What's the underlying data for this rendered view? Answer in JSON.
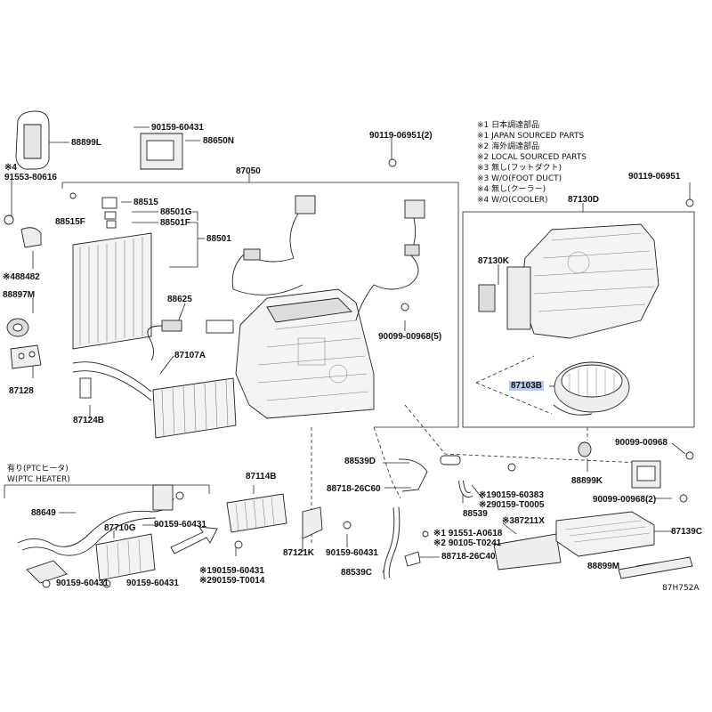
{
  "diagram_code": "87H752A",
  "highlight_color": "#b9cbe6",
  "legend": [
    "※1 日本調達部品",
    "※1 JAPAN SOURCED PARTS",
    "※2 海外調達部品",
    "※2 LOCAL SOURCED PARTS",
    "※3 無し(フットダクト)",
    "※3 W/O(FOOT DUCT)",
    "※4 無し(クーラー)",
    "※4 W/O(COOLER)"
  ],
  "ptc_heading": [
    "有り(PTCヒータ)",
    "W(PTC HEATER)"
  ],
  "parts": {
    "p88899L": "88899L",
    "p90159_60431_a": "90159-60431",
    "p88650N": "88650N",
    "p91553_80616": "91553-80616",
    "p91553_prefix": "※4",
    "p87050": "87050",
    "p90119_06951_2": "90119-06951(2)",
    "p88515": "88515",
    "p88515F": "88515F",
    "p88501G": "88501G",
    "p88501F": "88501F",
    "p88501": "88501",
    "p88482": "※488482",
    "p88897M": "88897M",
    "p88625": "88625",
    "p87128": "87128",
    "p87107A": "87107A",
    "p87124B": "87124B",
    "p90099_00968_5": "90099-00968(5)",
    "p87130D": "87130D",
    "p90119_06951": "90119-06951",
    "p87130K": "87130K",
    "p87103B": "87103B",
    "p90099_00968_a": "90099-00968",
    "p88899K": "88899K",
    "p90099_00968_2": "90099-00968(2)",
    "p88539D": "88539D",
    "p90159_60383": "※190159-60383",
    "p90159_T0005": "※290159-T0005",
    "p88718_26C60": "88718-26C60",
    "p88539": "88539",
    "p88649": "88649",
    "p87114B": "87114B",
    "p90159_60431_b": "90159-60431",
    "p87710G": "87710G",
    "p87121K": "87121K",
    "p90159_60431_c": "90159-60431",
    "p90159_60431_d": "※190159-60431",
    "p90159_T0014": "※290159-T0014",
    "p88539C": "88539C",
    "p91551_A0618": "※1 91551-A0618",
    "p90105_T0241": "※2 90105-T0241",
    "p88718_26C40": "88718-26C40",
    "p87211X": "※387211X",
    "p87139C": "87139C",
    "p88899M": "88899M",
    "p90159_60431_e": "90159-60431",
    "p90159_60431_f": "90159-60431"
  }
}
